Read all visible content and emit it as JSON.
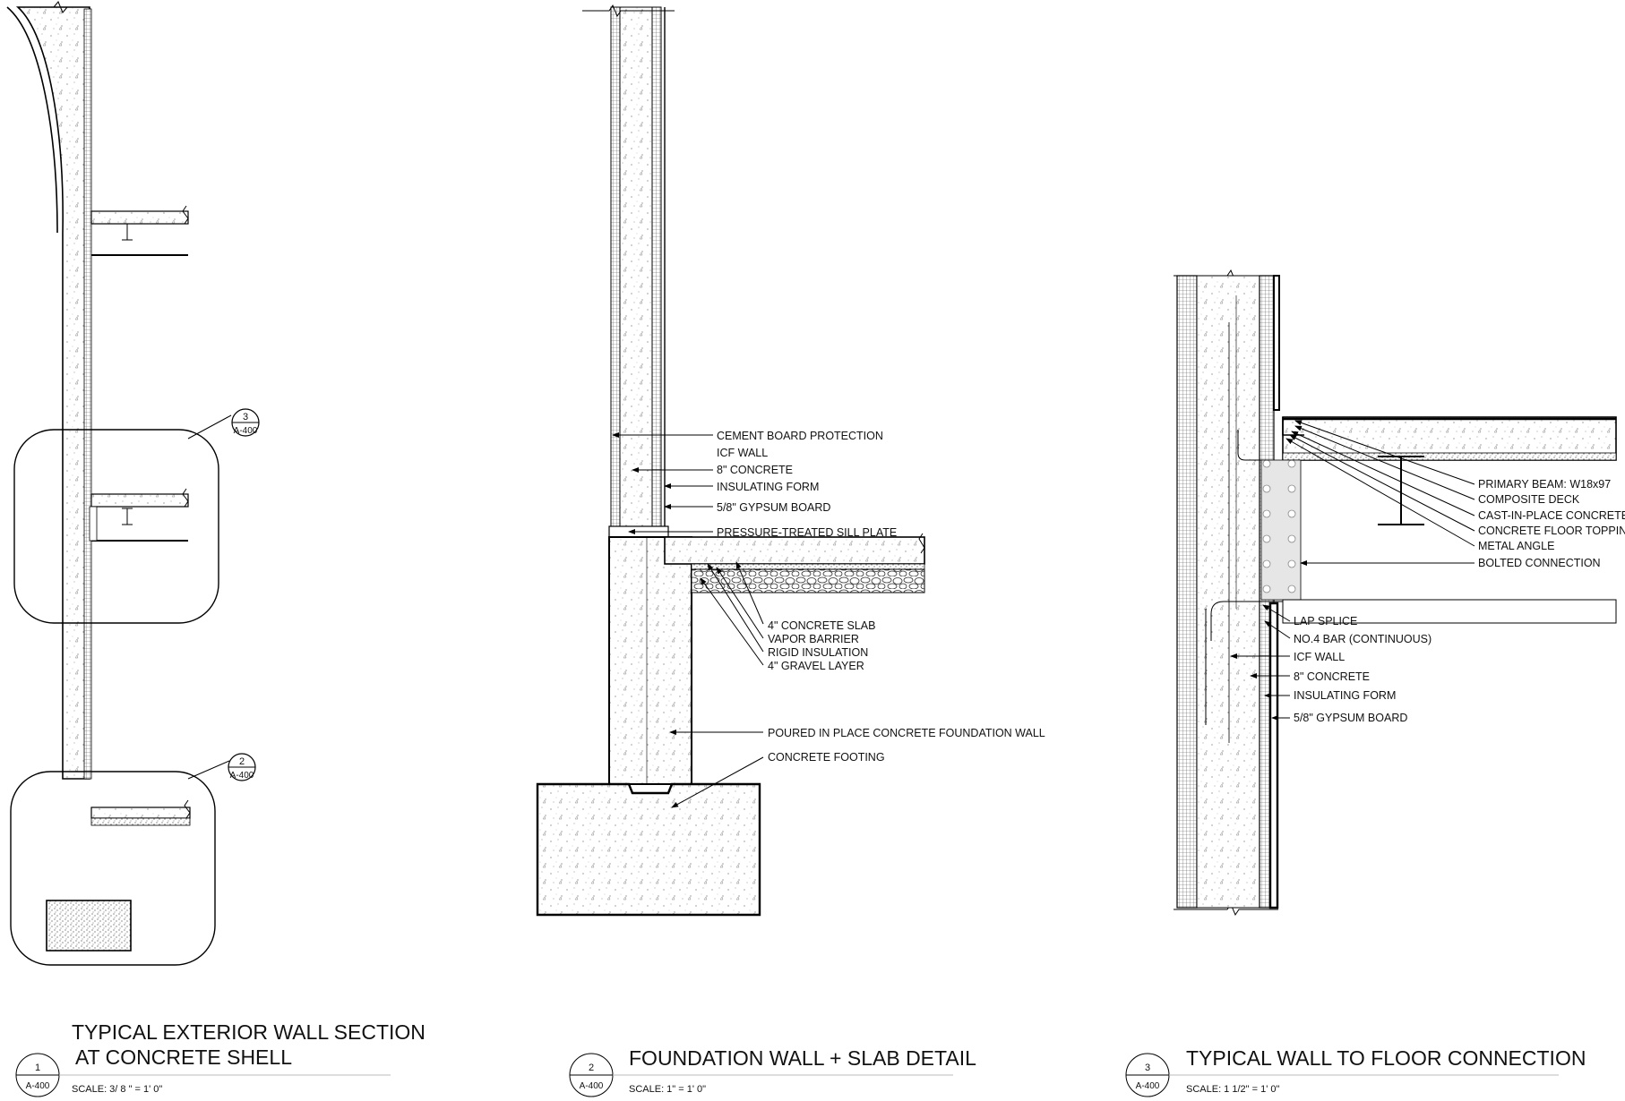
{
  "details": [
    {
      "number": "1",
      "sheet": "A-400",
      "title_line1": "TYPICAL EXTERIOR WALL SECTION",
      "title_line2": "AT CONCRETE SHELL",
      "scale": "SCALE: 3/ 8 \" = 1' 0\"",
      "callouts": [
        {
          "number": "3",
          "sheet": "A-400"
        },
        {
          "number": "2",
          "sheet": "A-400"
        }
      ]
    },
    {
      "number": "2",
      "sheet": "A-400",
      "title": "FOUNDATION WALL + SLAB DETAIL",
      "scale": "SCALE:  1\" = 1' 0\"",
      "notes": [
        "CEMENT BOARD PROTECTION",
        "ICF WALL",
        "8\" CONCRETE",
        "INSULATING FORM",
        "5/8\" GYPSUM BOARD",
        "PRESSURE-TREATED SILL PLATE",
        "4\" CONCRETE SLAB",
        "VAPOR BARRIER",
        "RIGID INSULATION",
        "4\" GRAVEL LAYER",
        "POURED IN PLACE CONCRETE FOUNDATION WALL",
        "CONCRETE FOOTING"
      ]
    },
    {
      "number": "3",
      "sheet": "A-400",
      "title": "TYPICAL WALL TO FLOOR CONNECTION",
      "scale": "SCALE: 1 1/2\" = 1' 0\"",
      "notes": [
        "PRIMARY BEAM: W18x97",
        "COMPOSITE DECK",
        "CAST-IN-PLACE CONCRETE",
        "CONCRETE FLOOR TOPPING",
        "METAL ANGLE",
        "BOLTED CONNECTION",
        "LAP SPLICE",
        "NO.4 BAR (CONTINUOUS)",
        "ICF WALL",
        "8\" CONCRETE",
        "INSULATING FORM",
        "5/8\" GYPSUM BOARD"
      ]
    }
  ]
}
